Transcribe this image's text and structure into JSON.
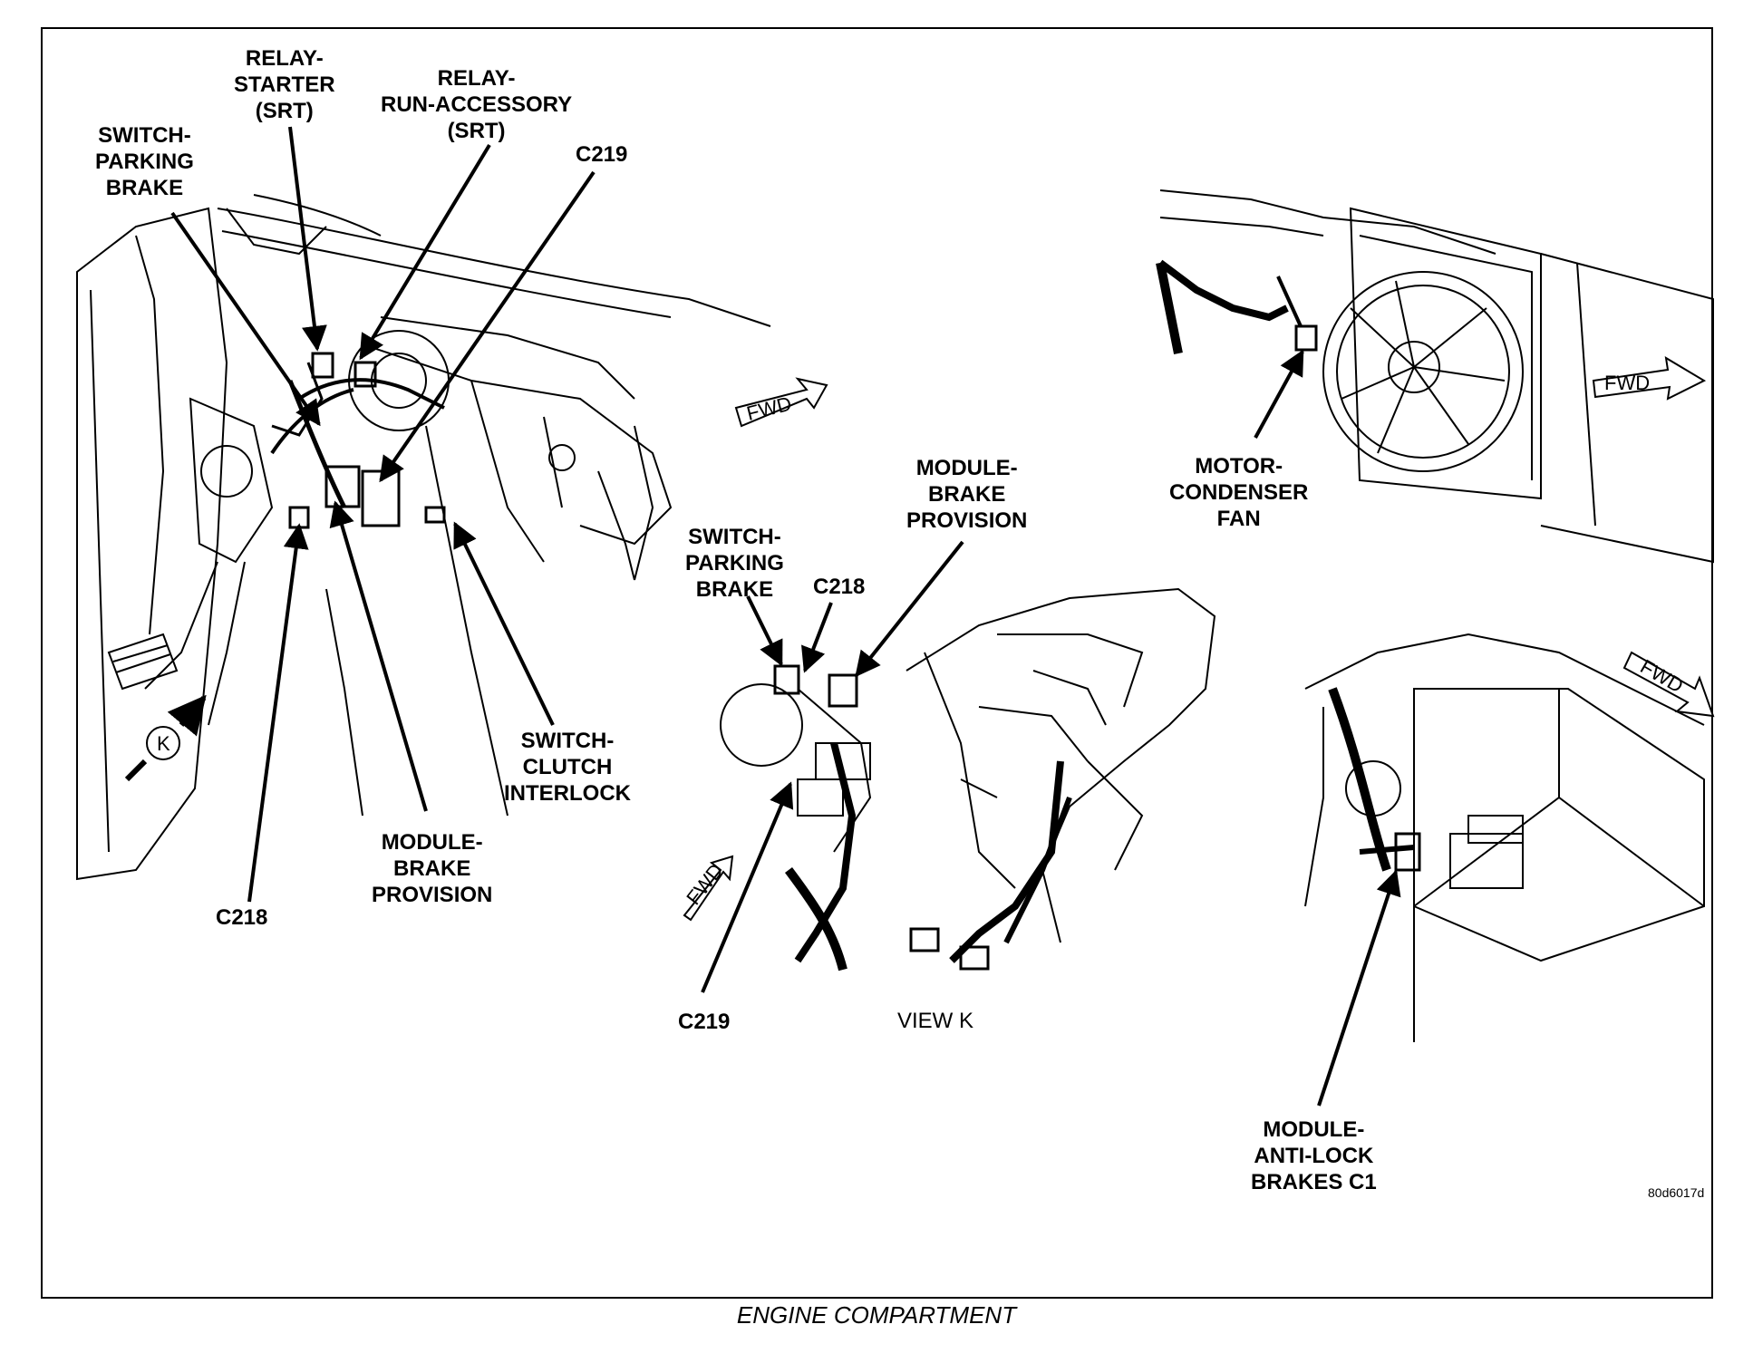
{
  "caption": "ENGINE COMPARTMENT",
  "figure_code": "80d6017d",
  "view_label": "VIEW K",
  "view_marker": "K",
  "fwd_label": "FWD",
  "callouts": {
    "relay_starter": [
      "RELAY-",
      "STARTER",
      "(SRT)"
    ],
    "relay_run_accessory": [
      "RELAY-",
      "RUN-ACCESSORY",
      "(SRT)"
    ],
    "switch_parking_brake_main": [
      "SWITCH-",
      "PARKING",
      "BRAKE"
    ],
    "c219_main": "C219",
    "switch_clutch_interlock": [
      "SWITCH-",
      "CLUTCH",
      "INTERLOCK"
    ],
    "module_brake_provision_main": [
      "MODULE-",
      "BRAKE",
      "PROVISION"
    ],
    "c218_main": "C218",
    "module_brake_provision_view": [
      "MODULE-",
      "BRAKE",
      "PROVISION"
    ],
    "switch_parking_brake_view": [
      "SWITCH-",
      "PARKING",
      "BRAKE"
    ],
    "c218_view": "C218",
    "c219_view": "C219",
    "motor_condenser_fan": [
      "MOTOR-",
      "CONDENSER",
      "FAN"
    ],
    "module_anti_lock": [
      "MODULE-",
      "ANTI-LOCK",
      "BRAKES C1"
    ]
  }
}
